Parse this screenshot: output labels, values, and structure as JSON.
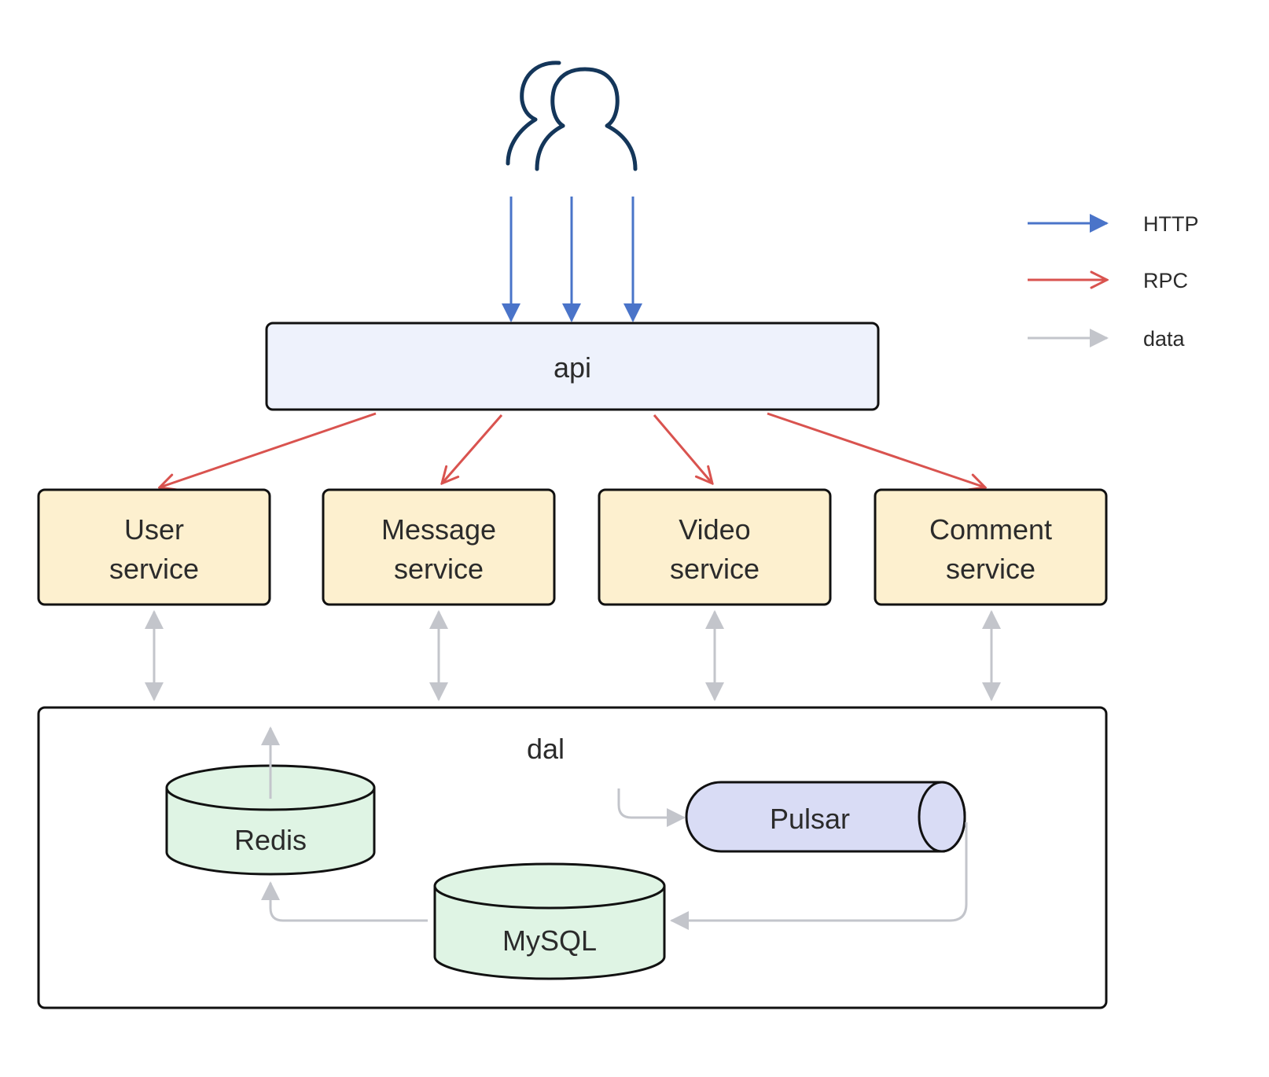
{
  "legend": {
    "http": "HTTP",
    "rpc": "RPC",
    "data": "data"
  },
  "nodes": {
    "api": "api",
    "user_service": [
      "User",
      "service"
    ],
    "message_service": [
      "Message",
      "service"
    ],
    "video_service": [
      "Video",
      "service"
    ],
    "comment_service": [
      "Comment",
      "service"
    ],
    "dal": "dal",
    "redis": "Redis",
    "mysql": "MySQL",
    "pulsar": "Pulsar"
  },
  "colors": {
    "http": "#4a74c9",
    "rpc": "#d9534f",
    "data": "#c3c5cb",
    "users_icon": "#14365a",
    "api_fill": "#eef2fc",
    "service_fill": "#fdf0cf",
    "db_fill": "#dff4e4",
    "queue_fill": "#d9dcf5",
    "stroke": "#111111"
  }
}
